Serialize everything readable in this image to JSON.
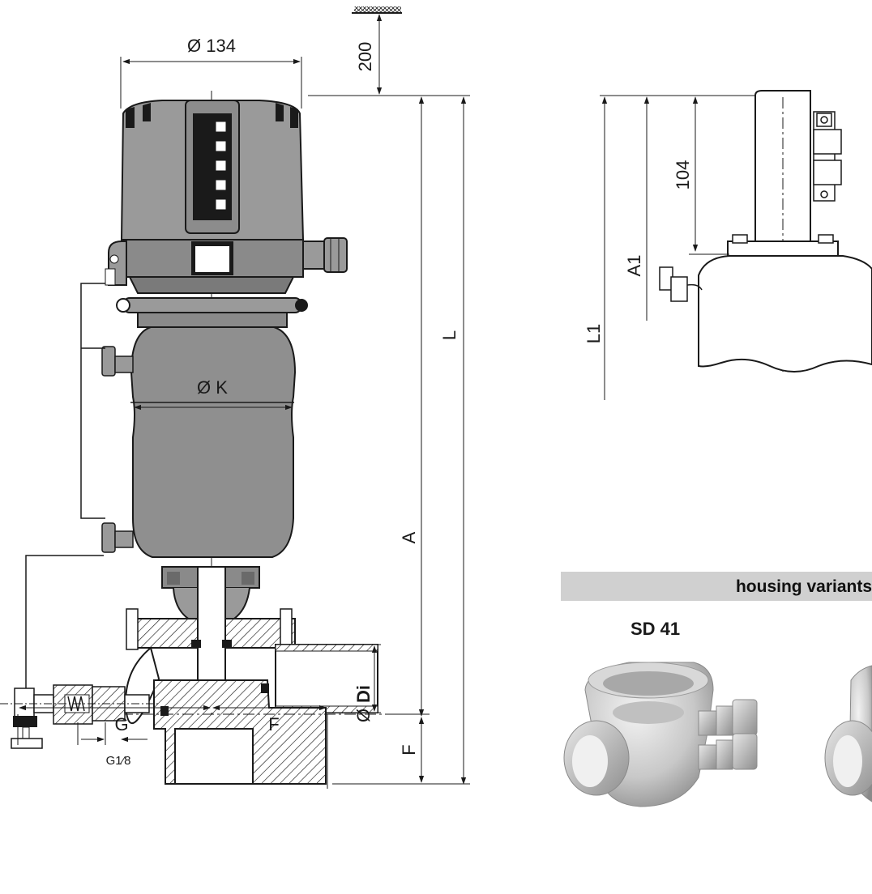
{
  "dimensions": {
    "diameter_top": "Ø 134",
    "clearance": "200",
    "length_total": "L",
    "length_a": "A",
    "diameter_k": "Ø K",
    "diameter_di_symbol": "Ø",
    "diameter_di_label": "Di",
    "f_vertical": "F",
    "g_horizontal": "G",
    "f_horizontal": "F",
    "thread": "G1⁄8",
    "side_104": "104",
    "side_a1": "A1",
    "side_l1": "L1"
  },
  "housing": {
    "banner": "housing variants",
    "variant_1": "SD 41"
  },
  "colors": {
    "line": "#1a1a1a",
    "body_fill": "#8f8f8f",
    "head_fill": "#9a9a9a",
    "banner_fill": "#d0d0d0",
    "steel_light": "#e2e2e2",
    "steel_dark": "#8a8a8a"
  }
}
